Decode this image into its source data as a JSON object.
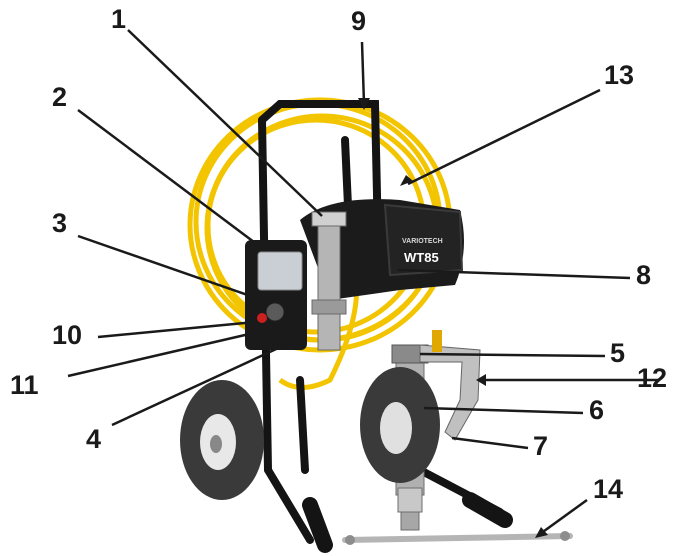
{
  "device": {
    "brand": "VARIOTECH",
    "model": "WT85"
  },
  "callouts": [
    {
      "id": "1",
      "label": "1"
    },
    {
      "id": "2",
      "label": "2"
    },
    {
      "id": "3",
      "label": "3"
    },
    {
      "id": "4",
      "label": "4"
    },
    {
      "id": "5",
      "label": "5"
    },
    {
      "id": "6",
      "label": "6"
    },
    {
      "id": "7",
      "label": "7"
    },
    {
      "id": "8",
      "label": "8"
    },
    {
      "id": "9",
      "label": "9"
    },
    {
      "id": "10",
      "label": "10"
    },
    {
      "id": "11",
      "label": "11"
    },
    {
      "id": "12",
      "label": "12"
    },
    {
      "id": "13",
      "label": "13"
    },
    {
      "id": "14",
      "label": "14"
    }
  ],
  "colors": {
    "hose": "#f2c500",
    "frame": "#141414",
    "metal": "#b5b5b5",
    "tire": "#3a3a3a",
    "rim": "#e8e8e8",
    "label_text": "#1a1a1a",
    "leader_line": "#1a1a1a"
  }
}
